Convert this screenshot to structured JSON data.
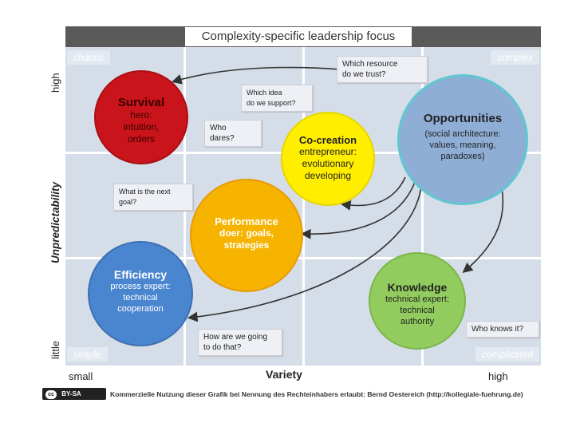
{
  "title": "Complexity-specific leadership focus",
  "quadrants": {
    "top_left": "chaotic",
    "top_right": "complex",
    "bottom_left": "simple",
    "bottom_right": "complicated"
  },
  "y_axis": {
    "label": "Unpredictability",
    "high": "high",
    "low": "little"
  },
  "x_axis": {
    "label": "Variety",
    "low": "small",
    "high": "high"
  },
  "circles": {
    "survival": {
      "title": "Survival",
      "text": "hero:\nintuition,\norders",
      "color": "#c8141a"
    },
    "cocreation": {
      "title": "Co-creation",
      "text": "entrepreneur:\nevolutionary\ndeveloping",
      "color": "#ffee00"
    },
    "opportunities": {
      "title": "Opportunities",
      "text": "(social architecture:\nvalues, meaning,\nparadoxes)",
      "color": "#8eaed6"
    },
    "performance": {
      "title": "Performance",
      "text": "doer: goals,\nstrategies",
      "color": "#f6b400"
    },
    "efficiency": {
      "title": "Efficiency",
      "text": "process expert:\ntechnical\ncooperation",
      "color": "#4a86cf"
    },
    "knowledge": {
      "title": "Knowledge",
      "text": "technical expert:\ntechnical\nauthority",
      "color": "#92cc5e"
    }
  },
  "callouts": {
    "resource": "Which resource\ndo we trust?",
    "idea": "Which idea\ndo we support?",
    "dares": "Who\ndares?",
    "goal": "What is the next\ngoal?",
    "going": "How are we going\nto do that?",
    "knows": "Who knows it?"
  },
  "footer": {
    "license": "BY-SA",
    "text": "Kommerzielle Nutzung dieser Grafik bei Nennung des Rechteinhabers erlaubt: Bernd Oestereich (http://kollegiale-fuehrung.de)"
  }
}
